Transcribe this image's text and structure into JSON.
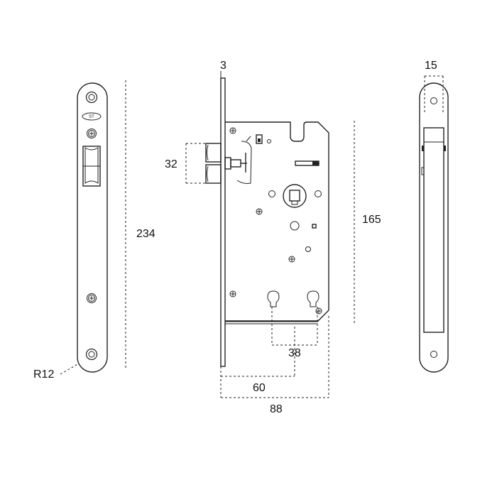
{
  "dimensions": {
    "faceplate_length": "234",
    "faceplate_radius": "R12",
    "faceplate_thickness": "3",
    "latch_height": "32",
    "body_height": "165",
    "hole_spacing": "38",
    "backset": "60",
    "overall_depth": "88",
    "faceplate_width": "15"
  },
  "logo_text": "ST"
}
